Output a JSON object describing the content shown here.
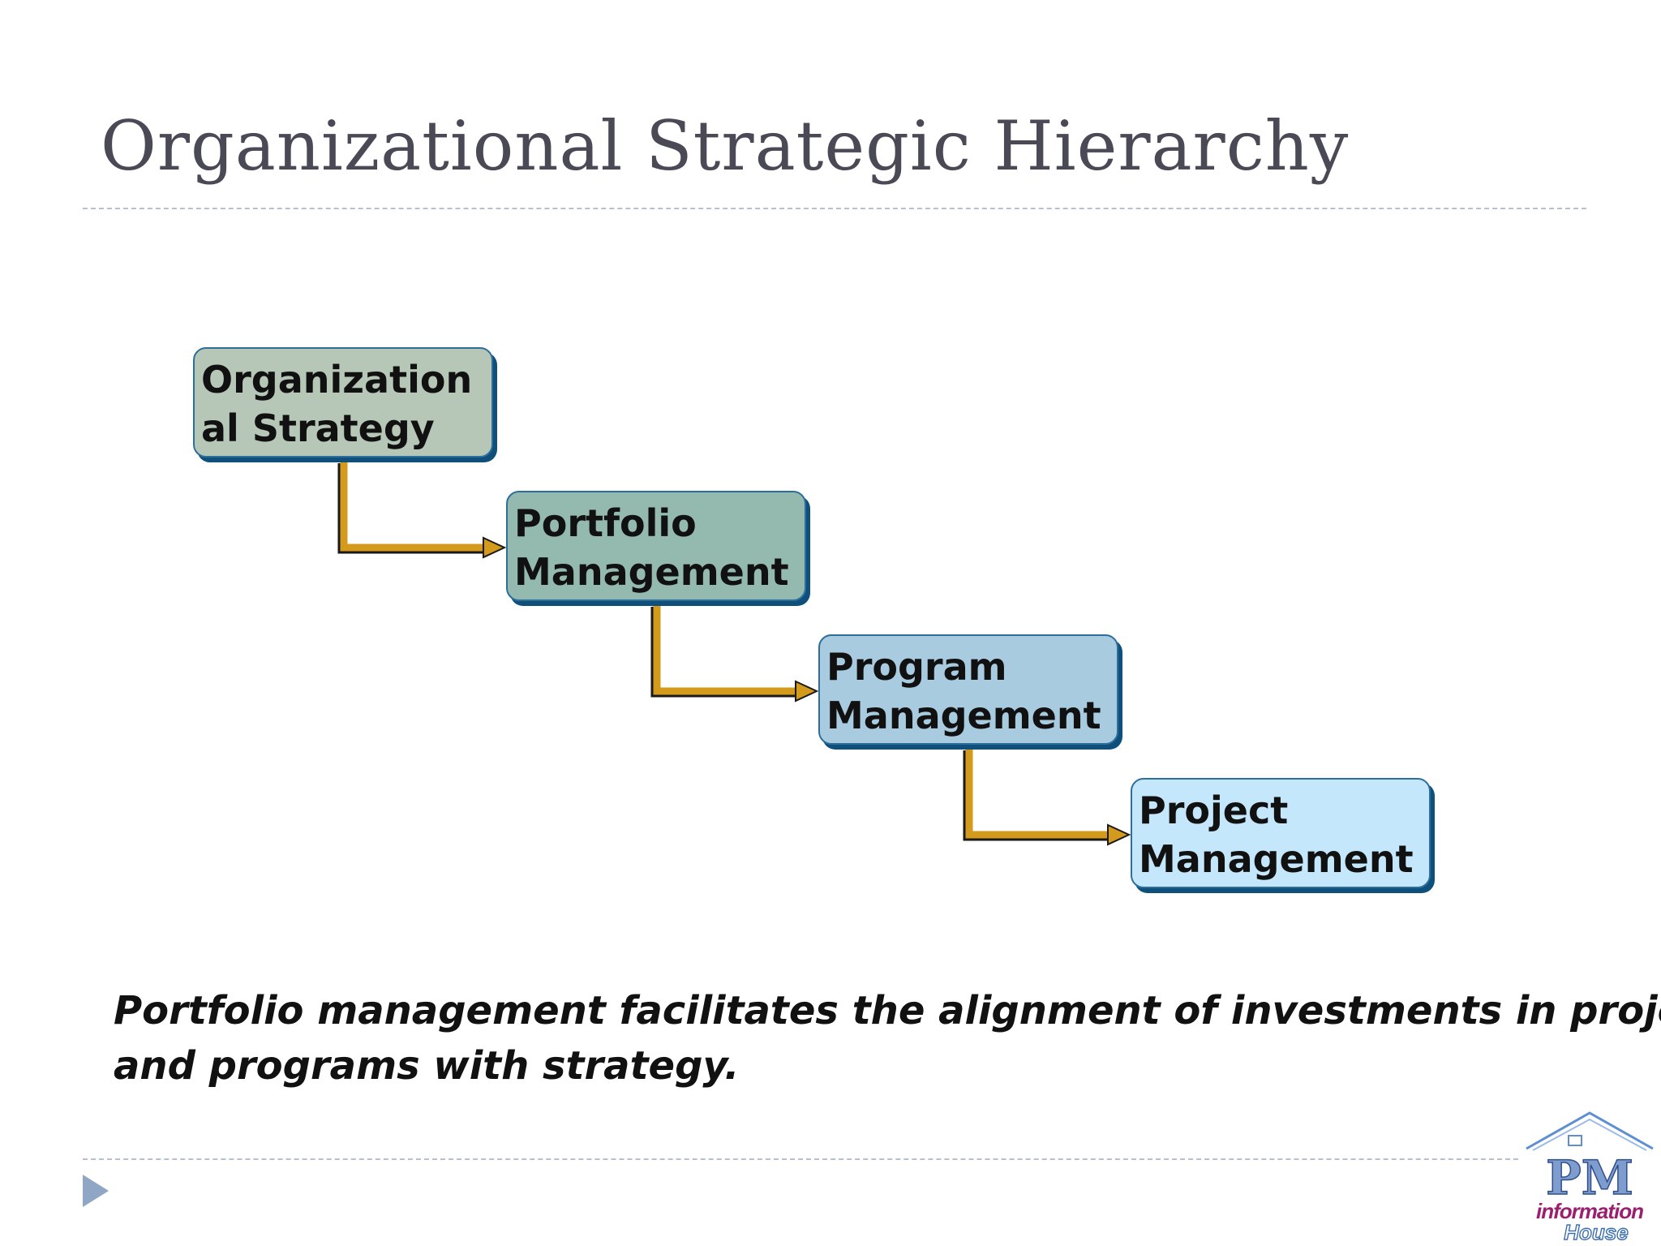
{
  "slide": {
    "title": "Organizational Strategic Hierarchy",
    "hierarchy": [
      {
        "lines": [
          "Organization",
          "al Strategy"
        ],
        "fill": "#b6c7b7"
      },
      {
        "lines": [
          "Portfolio",
          "Management"
        ],
        "fill": "#94b9ae"
      },
      {
        "lines": [
          "Program",
          "Management"
        ],
        "fill": "#a8cbe0"
      },
      {
        "lines": [
          "Project",
          "Management"
        ],
        "fill": "#c5e7fb"
      }
    ],
    "connector_color": "#d49a1c",
    "caption_lines": [
      "Portfolio management facilitates the alignment of investments in projects",
      "and programs with strategy."
    ],
    "logo": {
      "letters": "PM",
      "word1": "information",
      "word2": "House",
      "accent": "#9b1f6e",
      "frame": "#3b6fb0"
    },
    "nav_icon": "triangle-right-icon"
  }
}
